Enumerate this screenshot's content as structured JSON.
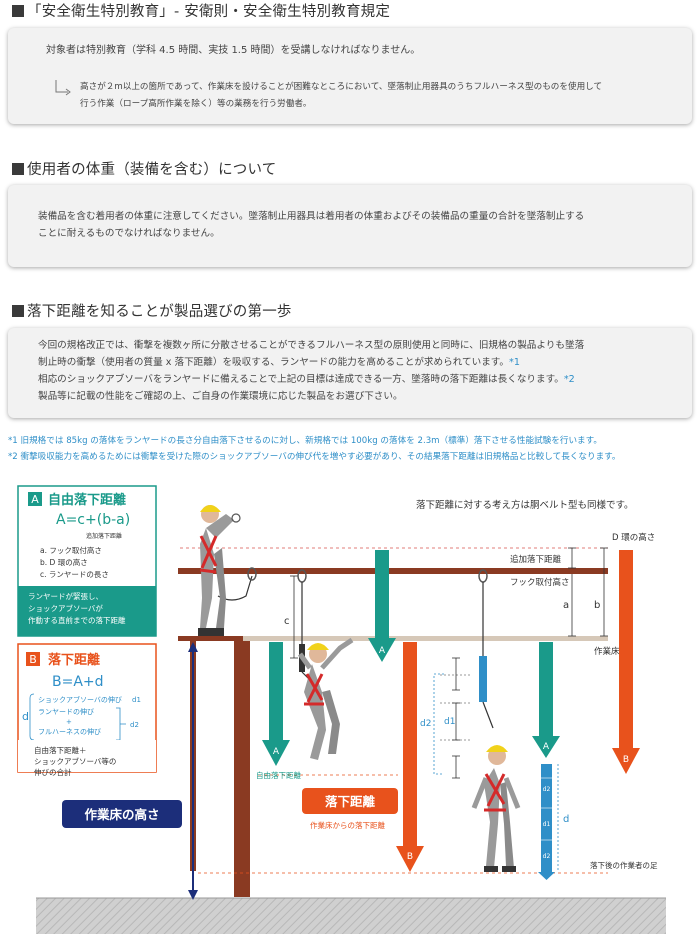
{
  "section1": {
    "title": "「安全衛生特別教育」- 安衛則・安全衛生特別教育規定",
    "lead": "対象者は特別教育（学科 4.5 時間、実技 1.5 時間）を受講しなければなりません。",
    "detail_line1": "高さが２m以上の箇所であって、作業床を設けることが困難なところにおいて、墜落制止用器具のうちフルハーネス型のものを使用して",
    "detail_line2": "行う作業（ロープ高所作業を除く）等の業務を行う労働者。"
  },
  "section2": {
    "title": "使用者の体重（装備を含む）について",
    "line1": "装備品を含む着用者の体重に注意してください。墜落制止用器具は着用者の体重およびその装備品の重量の合計を墜落制止する",
    "line2": "ことに耐えるものでなければなりません。"
  },
  "section3": {
    "title": "落下距離を知ることが製品選びの第一歩",
    "line1": "今回の規格改正では、衝撃を複数ヶ所に分散させることができるフルハーネス型の原則使用と同時に、旧規格の製品よりも墜落",
    "line2": "制止時の衝撃（使用者の質量 x 落下距離）を吸収する、ランヤードの能力を高めることが求められています。",
    "ref1": "*1",
    "line3": "相応のショックアブソーバをランヤードに備えることで上記の目標は達成できる一方、墜落時の落下距離は長くなります。",
    "ref2": "*2",
    "line4": "製品等に記載の性能をご確認の上、ご自身の作業環境に応じた製品をお選び下さい。"
  },
  "notes": {
    "note1": "*1 旧規格では 85kg の落体をランヤードの長さ分自由落下させるのに対し、新規格では 100kg の落体を 2.3m（標準）落下させる性能試験を行います。",
    "note2": "*2 衝撃吸収能力を高めるためには衝撃を受けた際のショックアブソーバの伸び代を増やす必要があり、その結果落下距離は旧規格品と比較して長くなります。"
  },
  "legend_a": {
    "badge": "A",
    "title": "自由落下距離",
    "formula": "A=c+(b-a)",
    "formula_sub": "追加落下距離",
    "items": [
      "a. フック取付高さ",
      "b. D 環の高さ",
      "c. ランヤードの長さ"
    ],
    "footer": [
      "ランヤードが緊張し、",
      "ショックアブソーバが",
      "作動する直前までの落下距離"
    ]
  },
  "legend_b": {
    "badge": "B",
    "title": "落下距離",
    "formula": "B=A+d",
    "d_label": "d",
    "d1_items": [
      "ショックアブソーバの伸び",
      "ランヤードの伸び",
      "+",
      "フルハーネスの伸び"
    ],
    "d1": "d1",
    "d2": "d2",
    "footer": [
      "自由落下距離＋",
      "ショックアブソーバ等の",
      "伸びの合計"
    ]
  },
  "diagram": {
    "note": "落下距離に対する考え方は胴ベルト型も同様です。",
    "d_ring_height": "D 環の高さ",
    "extra_fall": "追加落下距離",
    "hook_height": "フック取付高さ",
    "floor": "作業床",
    "label_a": "a",
    "label_b": "b",
    "label_c": "c",
    "label_d": "d",
    "label_d1": "d1",
    "label_d2": "d2",
    "arrow_a": "A",
    "arrow_b": "B",
    "free_fall_label": "自由落下距離",
    "floor_height_badge": "作業床の高さ",
    "fall_distance_badge": "落下距離",
    "fall_from_floor": "作業床からの落下距離",
    "feet_after_fall": "落下後の作業者の足"
  },
  "colors": {
    "teal": "#1a9a8a",
    "orange": "#e8521c",
    "navy": "#1c2e7a",
    "brown": "#8a3a22",
    "blue": "#2f8fc8",
    "harness_red": "#d42a2a",
    "helmet": "#f1d21a"
  }
}
